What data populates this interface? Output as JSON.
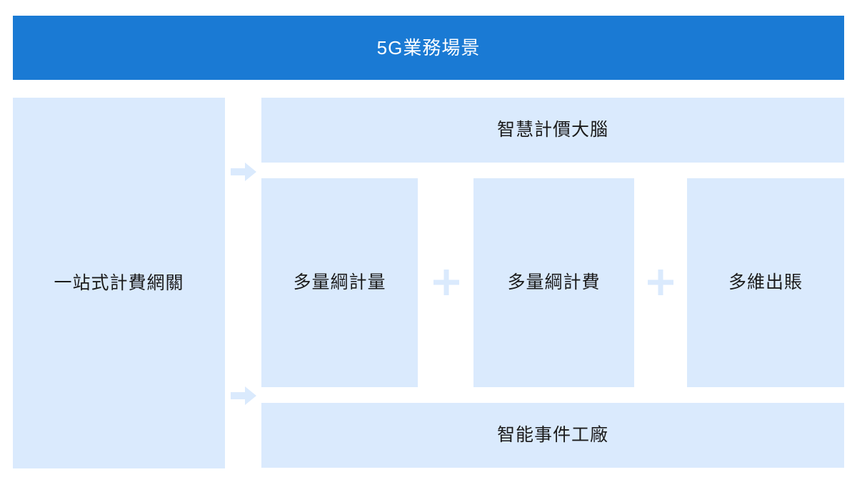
{
  "header": {
    "title": "5G業務場景",
    "background_color": "#1a7ad4",
    "text_color": "#ffffff"
  },
  "gateway": {
    "label": "一站式計費網關",
    "background_color": "#daeafd"
  },
  "arrows": [
    {
      "name": "arrow-to-pricing-brain",
      "icon": "arrow-right-icon",
      "color": "#daeafd"
    },
    {
      "name": "arrow-to-event-factory",
      "icon": "arrow-right-icon",
      "color": "#daeafd"
    }
  ],
  "bands": {
    "top": {
      "label": "智慧計價大腦",
      "background_color": "#daeafd"
    },
    "bottom": {
      "label": "智能事件工廠",
      "background_color": "#daeafd"
    }
  },
  "capabilities": [
    {
      "label": "多量綱計量",
      "background_color": "#daeafd"
    },
    {
      "label": "多量綱計費",
      "background_color": "#daeafd"
    },
    {
      "label": "多維出賬",
      "background_color": "#daeafd"
    }
  ],
  "connectors": [
    {
      "symbol": "+",
      "icon": "plus-icon",
      "color": "#daeafd"
    },
    {
      "symbol": "+",
      "icon": "plus-icon",
      "color": "#daeafd"
    }
  ],
  "palette": {
    "accent_blue": "#1a7ad4",
    "panel_blue": "#daeafd",
    "page_background": "#ffffff",
    "text_dark": "#1b1b1b"
  }
}
